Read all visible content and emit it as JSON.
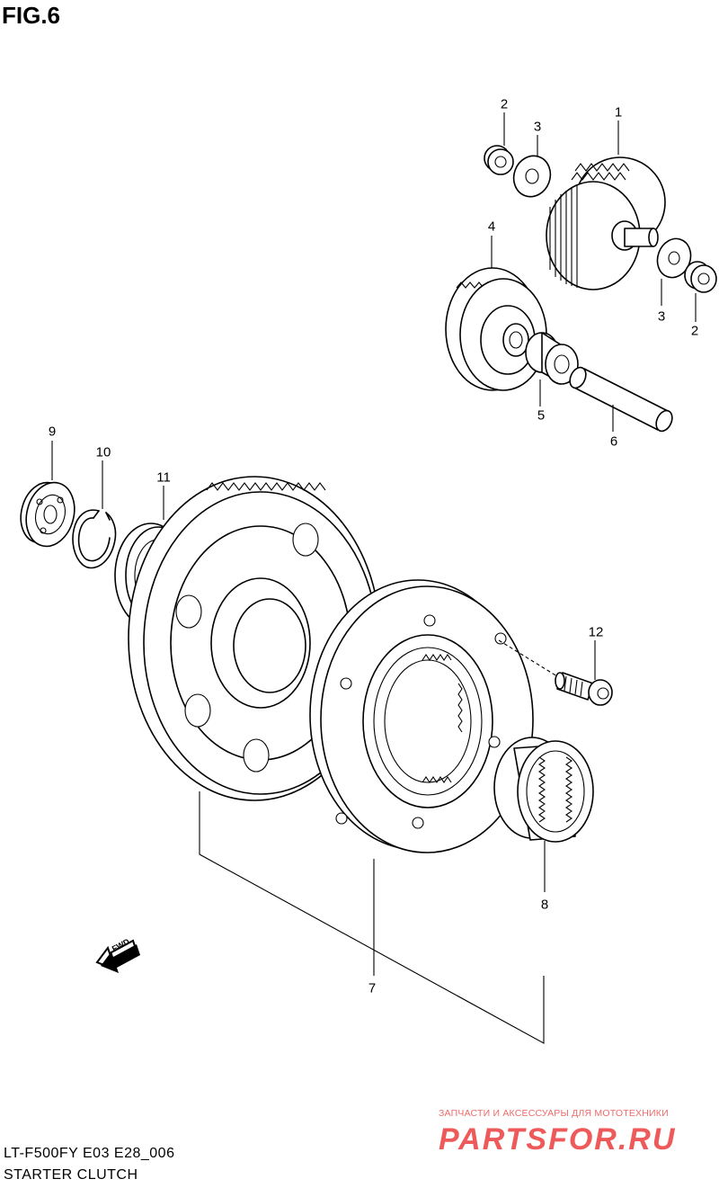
{
  "figure": {
    "title": "FIG.6"
  },
  "callouts": [
    {
      "label": "1"
    },
    {
      "label": "2"
    },
    {
      "label": "3"
    },
    {
      "label": "4"
    },
    {
      "label": "3"
    },
    {
      "label": "2"
    },
    {
      "label": "5"
    },
    {
      "label": "6"
    },
    {
      "label": "9"
    },
    {
      "label": "10"
    },
    {
      "label": "11"
    },
    {
      "label": "12"
    },
    {
      "label": "8"
    },
    {
      "label": "7"
    }
  ],
  "direction_arrow": {
    "label": "FWD",
    "icon": "fwd-arrow-icon"
  },
  "footer": {
    "model_code": "LT-F500FY E03 E28_006",
    "section_name": "STARTER CLUTCH"
  },
  "watermark": {
    "tagline": "ЗАПЧАСТИ И АКСЕССУАРЫ ДЛЯ МОТОТЕХНИКИ",
    "brand": "PARTSFOR.RU",
    "color": "#ee5a5a"
  }
}
